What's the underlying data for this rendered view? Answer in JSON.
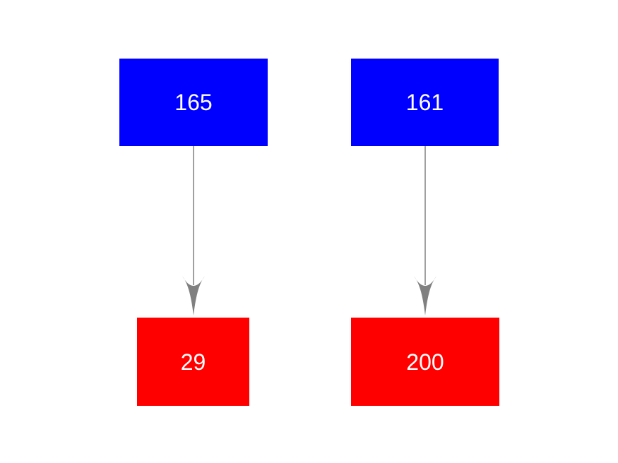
{
  "diagram": {
    "background_color": "#ffffff",
    "node_text_color": "#ffffff",
    "blue_node_color": "#0000ff",
    "red_node_color": "#ff0000",
    "arrow_color": "#808080",
    "nodes": [
      {
        "label": "165",
        "fill": "#0000ff",
        "row": "top"
      },
      {
        "label": "161",
        "fill": "#0000ff",
        "row": "top"
      },
      {
        "label": "29",
        "fill": "#ff0000",
        "row": "bottom"
      },
      {
        "label": "200",
        "fill": "#ff0000",
        "row": "bottom"
      }
    ],
    "edges": [
      {
        "from": "165",
        "to": "29",
        "color": "#808080",
        "style": "solid-line-filled-concave-arrowhead"
      },
      {
        "from": "161",
        "to": "200",
        "color": "#808080",
        "style": "solid-line-filled-concave-arrowhead"
      }
    ]
  }
}
